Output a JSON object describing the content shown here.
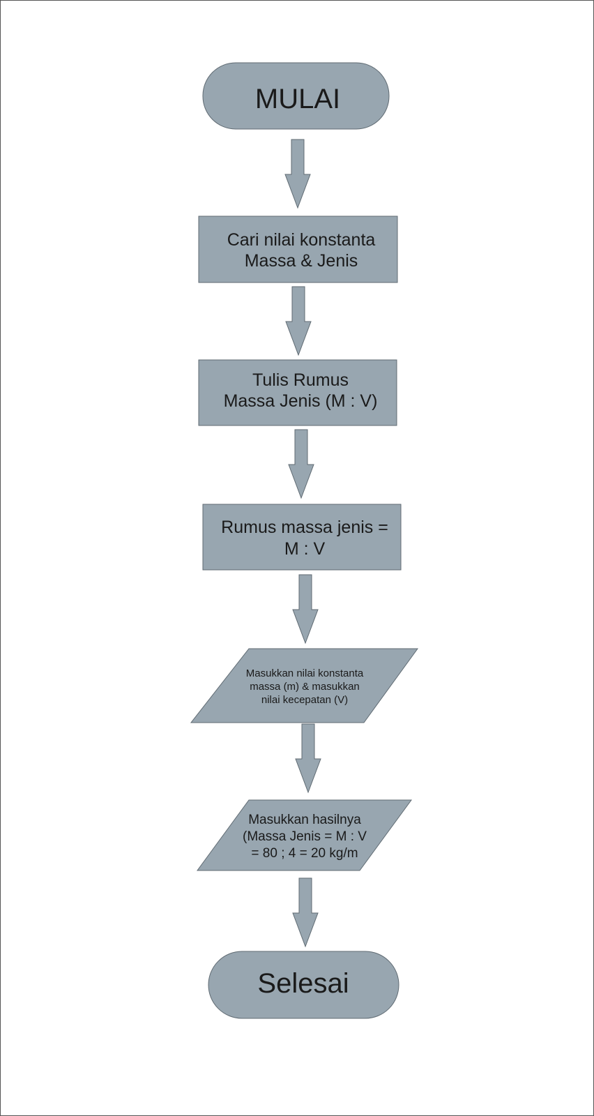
{
  "flowchart": {
    "start": {
      "label": "MULAI"
    },
    "step1": {
      "lines": [
        "Cari nilai konstanta",
        "Massa & Jenis"
      ]
    },
    "step2": {
      "lines": [
        "Tulis Rumus",
        "Massa Jenis (M : V)"
      ]
    },
    "step3": {
      "lines": [
        "Rumus massa jenis =",
        "M : V"
      ]
    },
    "input1": {
      "lines": [
        "Masukkan nilai konstanta",
        "massa (m) & masukkan",
        "nilai kecepatan (V)"
      ]
    },
    "input2": {
      "lines": [
        "Masukkan hasilnya",
        "(Massa Jenis = M : V",
        "= 80 ; 4 = 20 kg/m"
      ]
    },
    "end": {
      "label": "Selesai"
    }
  },
  "colors": {
    "shape_fill": "#98a6b0",
    "shape_stroke": "#5f6a72",
    "text": "#1a1a1a"
  }
}
